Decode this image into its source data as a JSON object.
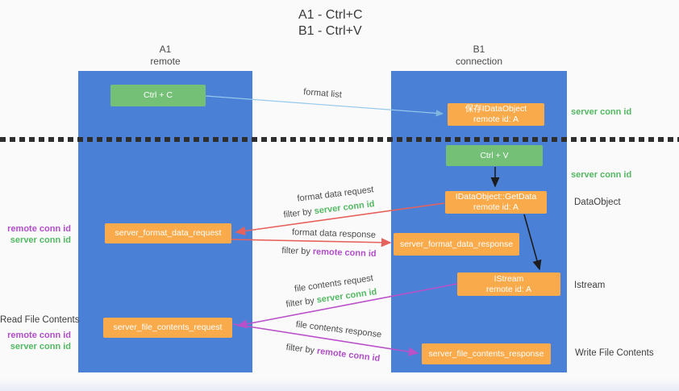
{
  "title": {
    "line1": "A1 - Ctrl+C",
    "line2": "B1 - Ctrl+V"
  },
  "lanes": {
    "left": {
      "name": "A1",
      "subtitle": "remote"
    },
    "right": {
      "name": "B1",
      "subtitle": "connection"
    }
  },
  "nodes": {
    "ctrl_c": "Ctrl + C",
    "ctrl_v": "Ctrl + V",
    "save_dataobject": {
      "line1": "保存IDataObject",
      "line2": "remote id: A"
    },
    "getdata": {
      "line1": "IDataObject::GetData",
      "line2": "remote id: A"
    },
    "istream": {
      "line1": "IStream",
      "line2": "remote id: A"
    },
    "format_request": "server_format_data_request",
    "format_response": "server_format_data_response",
    "file_request": "server_file_contents_request",
    "file_response": "server_file_contents_response"
  },
  "edges": {
    "format_list": "format list",
    "format_data_request": "format data request",
    "format_data_response": "format data response",
    "file_contents_request": "file contents request",
    "file_contents_response": "file contents response",
    "filter_by": "filter by"
  },
  "ids": {
    "server": "server conn id",
    "remote": "remote conn id"
  },
  "annotations": {
    "dataobject": "DataObject",
    "istream": "Istream",
    "read_file": "Read File Contents",
    "write_file": "Write File Contents"
  },
  "colors": {
    "lane_blue": "#4a80d6",
    "box_orange": "#f9ab4c",
    "box_green": "#74c077",
    "text_green": "#52b862",
    "text_purple": "#b04ec8",
    "arrow_red": "#e7625c",
    "arrow_magenta": "#b951c9",
    "arrow_blue": "#94c8ec",
    "arrow_black": "#1d1d1d"
  }
}
